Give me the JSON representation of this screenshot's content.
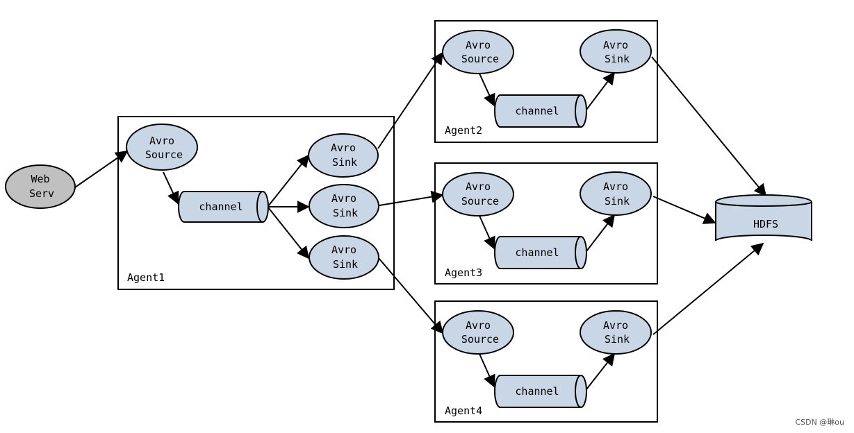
{
  "web_server": {
    "line1": "Web",
    "line2": "Serv"
  },
  "node_text": {
    "avro": "Avro",
    "source": "Source",
    "sink": "Sink",
    "channel": "channel",
    "hdfs": "HDFS"
  },
  "agents": [
    {
      "label": "Agent1"
    },
    {
      "label": "Agent2"
    },
    {
      "label": "Agent3"
    },
    {
      "label": "Agent4"
    }
  ],
  "watermark": "CSDN @琳ou",
  "colors": {
    "node_fill": "#c9d6e6",
    "web_fill": "#c0c0c0",
    "stroke": "#000000"
  }
}
